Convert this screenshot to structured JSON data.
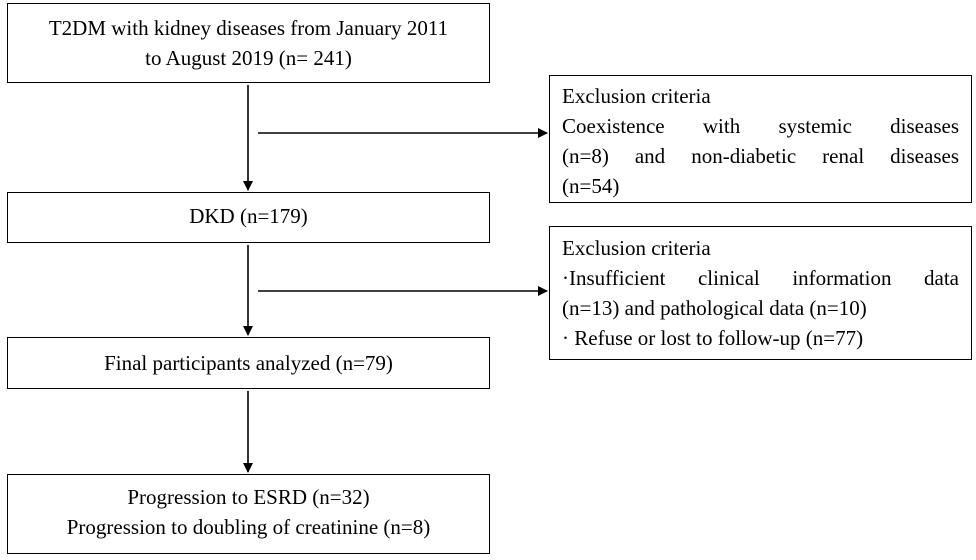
{
  "start_box": {
    "line1": "T2DM with kidney diseases from January 2011",
    "line2": "to August 2019 (n= 241)"
  },
  "exclusion1": {
    "title": "Exclusion criteria",
    "line1": "Coexistence with systemic diseases",
    "line2": "(n=8) and non-diabetic renal diseases",
    "line3": "(n=54)"
  },
  "dkd_box": {
    "label": "DKD (n=179)"
  },
  "exclusion2": {
    "title": "Exclusion criteria",
    "line1": "·Insufficient clinical information data",
    "line2": "(n=13) and pathological data (n=10)",
    "line3": "· Refuse or lost to follow-up (n=77)"
  },
  "final_box": {
    "label": "Final participants analyzed (n=79)"
  },
  "outcome_box": {
    "line1": "Progression to ESRD (n=32)",
    "line2": "Progression to doubling of creatinine (n=8)"
  },
  "colors": {
    "stroke": "#000000",
    "background": "#ffffff"
  }
}
